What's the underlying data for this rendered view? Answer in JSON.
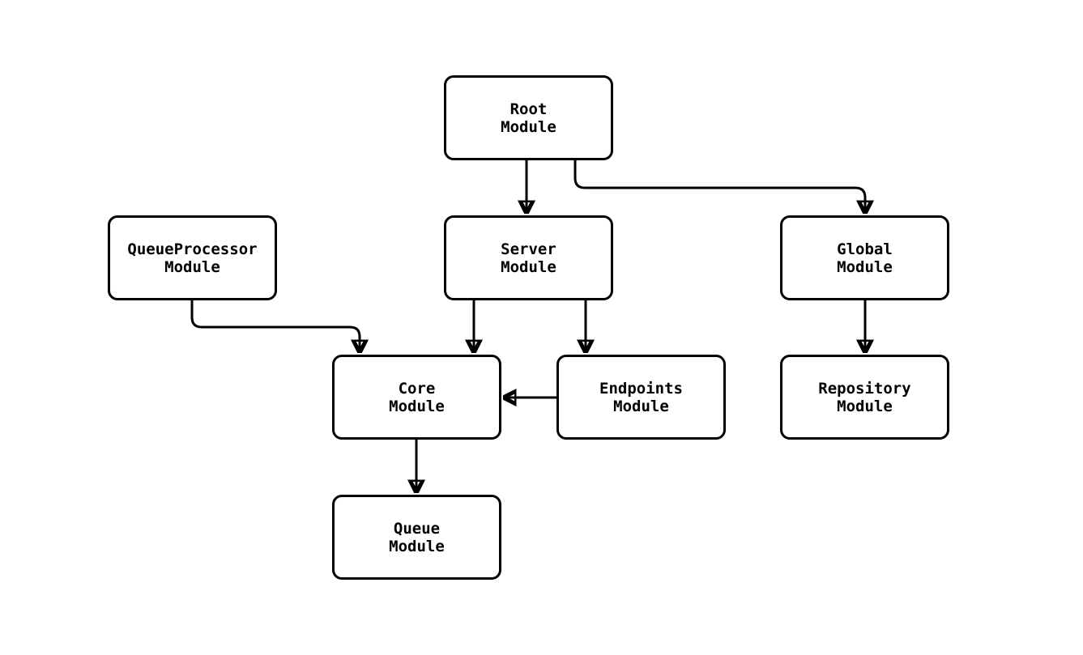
{
  "diagram": {
    "type": "flowchart",
    "direction": "top-down",
    "colors": {
      "background": "#ffffff",
      "node_fill": "#ffffff",
      "node_border": "#000000",
      "edge": "#000000",
      "text": "#000000"
    },
    "nodes": [
      {
        "id": "root",
        "label": "Root\nModule"
      },
      {
        "id": "server",
        "label": "Server\nModule"
      },
      {
        "id": "global",
        "label": "Global\nModule"
      },
      {
        "id": "queueprocessor",
        "label": "QueueProcessor\nModule"
      },
      {
        "id": "core",
        "label": "Core\nModule"
      },
      {
        "id": "endpoints",
        "label": "Endpoints\nModule"
      },
      {
        "id": "repository",
        "label": "Repository\nModule"
      },
      {
        "id": "queue",
        "label": "Queue\nModule"
      }
    ],
    "edges": [
      {
        "from": "root",
        "to": "server"
      },
      {
        "from": "root",
        "to": "global"
      },
      {
        "from": "queueprocessor",
        "to": "core"
      },
      {
        "from": "server",
        "to": "core"
      },
      {
        "from": "server",
        "to": "endpoints"
      },
      {
        "from": "endpoints",
        "to": "core"
      },
      {
        "from": "core",
        "to": "queue"
      },
      {
        "from": "global",
        "to": "repository"
      }
    ]
  }
}
